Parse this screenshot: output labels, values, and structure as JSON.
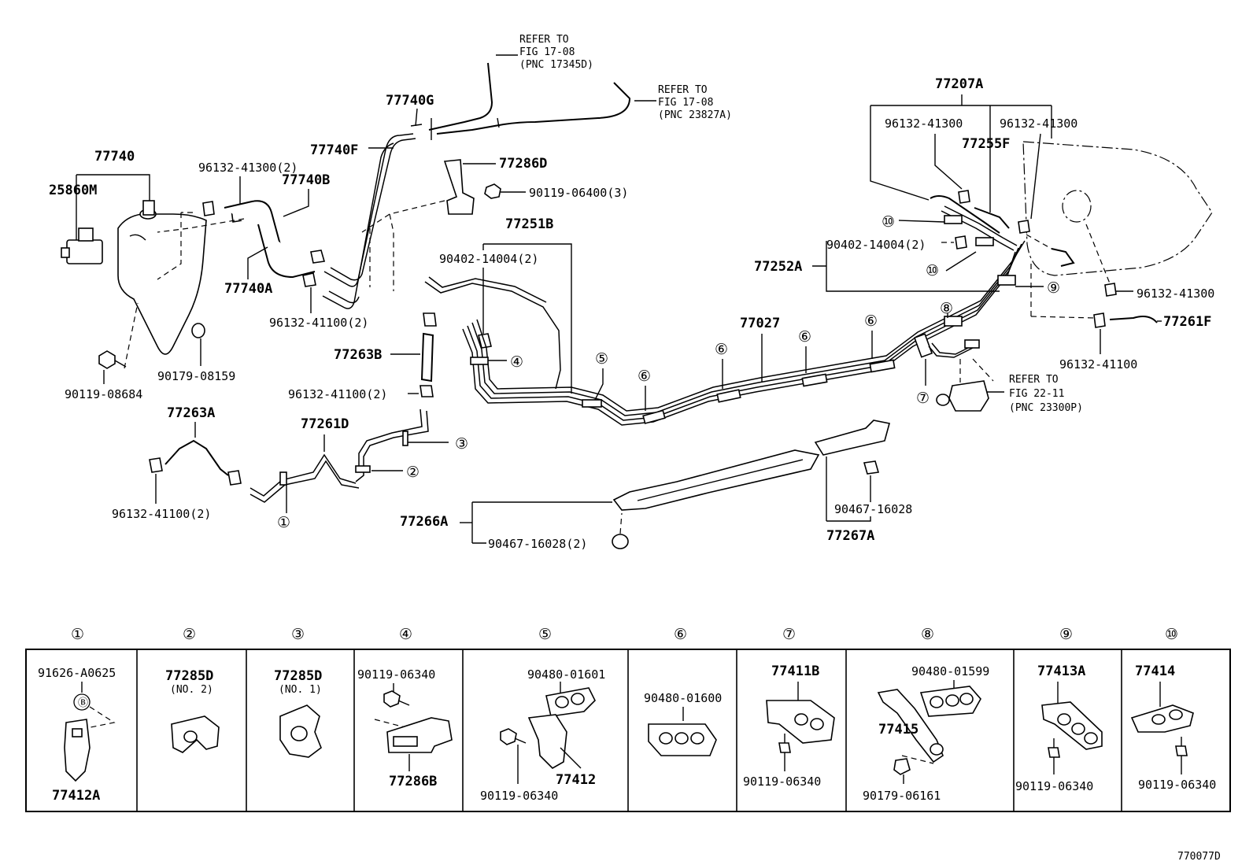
{
  "diagram_id": "770077D",
  "callouts": {
    "p77740": "77740",
    "p25860M": "25860M",
    "p96132_41300_2": "96132-41300(2)",
    "p77740B": "77740B",
    "p77740F": "77740F",
    "p77740G": "77740G",
    "p77740A": "77740A",
    "p96132_41100_2a": "96132-41100(2)",
    "p90119_08684": "90119-08684",
    "p90179_08159": "90179-08159",
    "p77286D": "77286D",
    "p90119_06400_3": "90119-06400(3)",
    "p77251B": "77251B",
    "p90402_14004_2a": "90402-14004(2)",
    "p77263B": "77263B",
    "p96132_41100_2b": "96132-41100(2)",
    "p77263A": "77263A",
    "p77261D": "77261D",
    "p96132_41100_2c": "96132-41100(2)",
    "p77266A": "77266A",
    "p90467_16028_2": "90467-16028(2)",
    "p90467_16028": "90467-16028",
    "p77267A": "77267A",
    "p77027": "77027",
    "p77207A": "77207A",
    "p96132_41300a": "96132-41300",
    "p96132_41300b": "96132-41300",
    "p77255F": "77255F",
    "p90402_14004_2b": "90402-14004(2)",
    "p77252A": "77252A",
    "p96132_41300c": "96132-41300",
    "p77261F": "77261F",
    "p96132_41100": "96132-41100"
  },
  "refs": {
    "ref1": [
      "REFER TO",
      "FIG 17-08",
      "(PNC 17345D)"
    ],
    "ref2": [
      "REFER TO",
      "FIG 17-08",
      "(PNC 23827A)"
    ],
    "ref3": [
      "REFER TO",
      "FIG 22-11",
      "(PNC 23300P)"
    ]
  },
  "circled": [
    "①",
    "②",
    "③",
    "④",
    "⑤",
    "⑥",
    "⑦",
    "⑧",
    "⑨",
    "⑩"
  ],
  "detail_panels": [
    {
      "num": "①",
      "labels": [
        "91626-A0625",
        "77412A"
      ],
      "sub": "Ⓑ"
    },
    {
      "num": "②",
      "labels": [
        "77285D",
        "(NO. 2)"
      ]
    },
    {
      "num": "③",
      "labels": [
        "77285D",
        "(NO. 1)"
      ]
    },
    {
      "num": "④",
      "labels": [
        "90119-06340",
        "77286B"
      ]
    },
    {
      "num": "⑤",
      "labels": [
        "90480-01601",
        "90119-06340",
        "77412"
      ]
    },
    {
      "num": "⑥",
      "labels": [
        "90480-01600"
      ]
    },
    {
      "num": "⑦",
      "labels": [
        "77411B",
        "90119-06340"
      ]
    },
    {
      "num": "⑧",
      "labels": [
        "90480-01599",
        "77415",
        "90179-06161"
      ]
    },
    {
      "num": "⑨",
      "labels": [
        "77413A",
        "90119-06340"
      ]
    },
    {
      "num": "⑩",
      "labels": [
        "77414",
        "90119-06340"
      ]
    }
  ]
}
